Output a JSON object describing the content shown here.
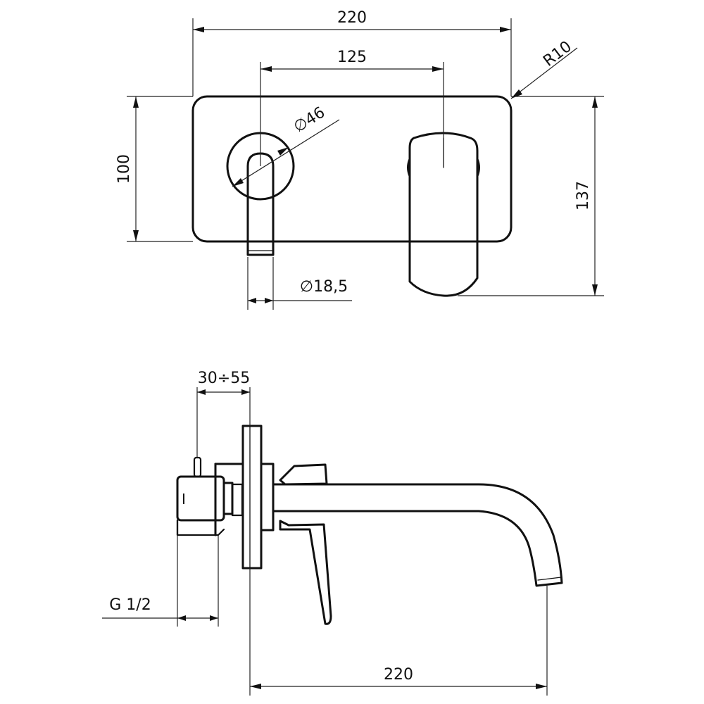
{
  "labels": {
    "top_width": "220",
    "spindle_spacing": "125",
    "corner_radius": "R10",
    "rosette_diameter": "∅46",
    "plate_height": "100",
    "overall_height": "137",
    "lever_diameter": "∅18,5",
    "wall_depth": "30÷55",
    "inlet_thread": "G 1/2",
    "spout_length": "220",
    "body_mark": "I"
  }
}
